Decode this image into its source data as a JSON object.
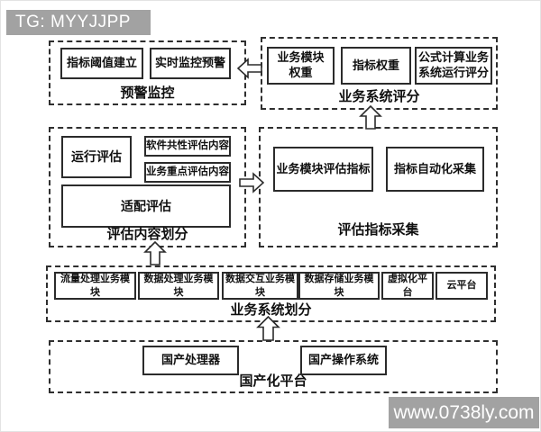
{
  "watermarks": {
    "top_left": "TG: MYYJJPP",
    "bottom_right": "www.0738ly.com"
  },
  "colors": {
    "watermark_bg": "#a2a2a2",
    "line": "#2b2b2b",
    "dashed_border": "#2f2f2f",
    "background": "#ffffff"
  },
  "groups": {
    "warning": {
      "label": "预警监控",
      "items": [
        "指标阈值建立",
        "实时监控预警"
      ]
    },
    "scoring": {
      "label": "业务系统评分",
      "items": [
        "业务模块\n权重",
        "指标权重",
        "公式计算业务\n系统运行评分"
      ]
    },
    "content": {
      "label": "评估内容划分",
      "items": [
        "运行评估",
        "软件共性评估内容",
        "业务重点评估内容",
        "适配评估"
      ]
    },
    "collection": {
      "label": "评估指标采集",
      "items": [
        "业务模块评估指标",
        "指标自动化采集"
      ]
    },
    "division": {
      "label": "业务系统划分",
      "items": [
        "流量处理业务模块",
        "数据处理业务模块",
        "数据交互业务模块",
        "数据存储业务模块",
        "虚拟化平台",
        "云平台"
      ]
    },
    "platform": {
      "label": "国产化平台",
      "items": [
        "国产处理器",
        "国产操作系统"
      ]
    }
  },
  "arrows": [
    {
      "name": "scoring-to-warning",
      "direction": "left"
    },
    {
      "name": "collection-to-scoring",
      "direction": "up"
    },
    {
      "name": "content-to-collection",
      "direction": "right"
    },
    {
      "name": "division-to-content",
      "direction": "up"
    },
    {
      "name": "platform-to-division",
      "direction": "up"
    }
  ]
}
